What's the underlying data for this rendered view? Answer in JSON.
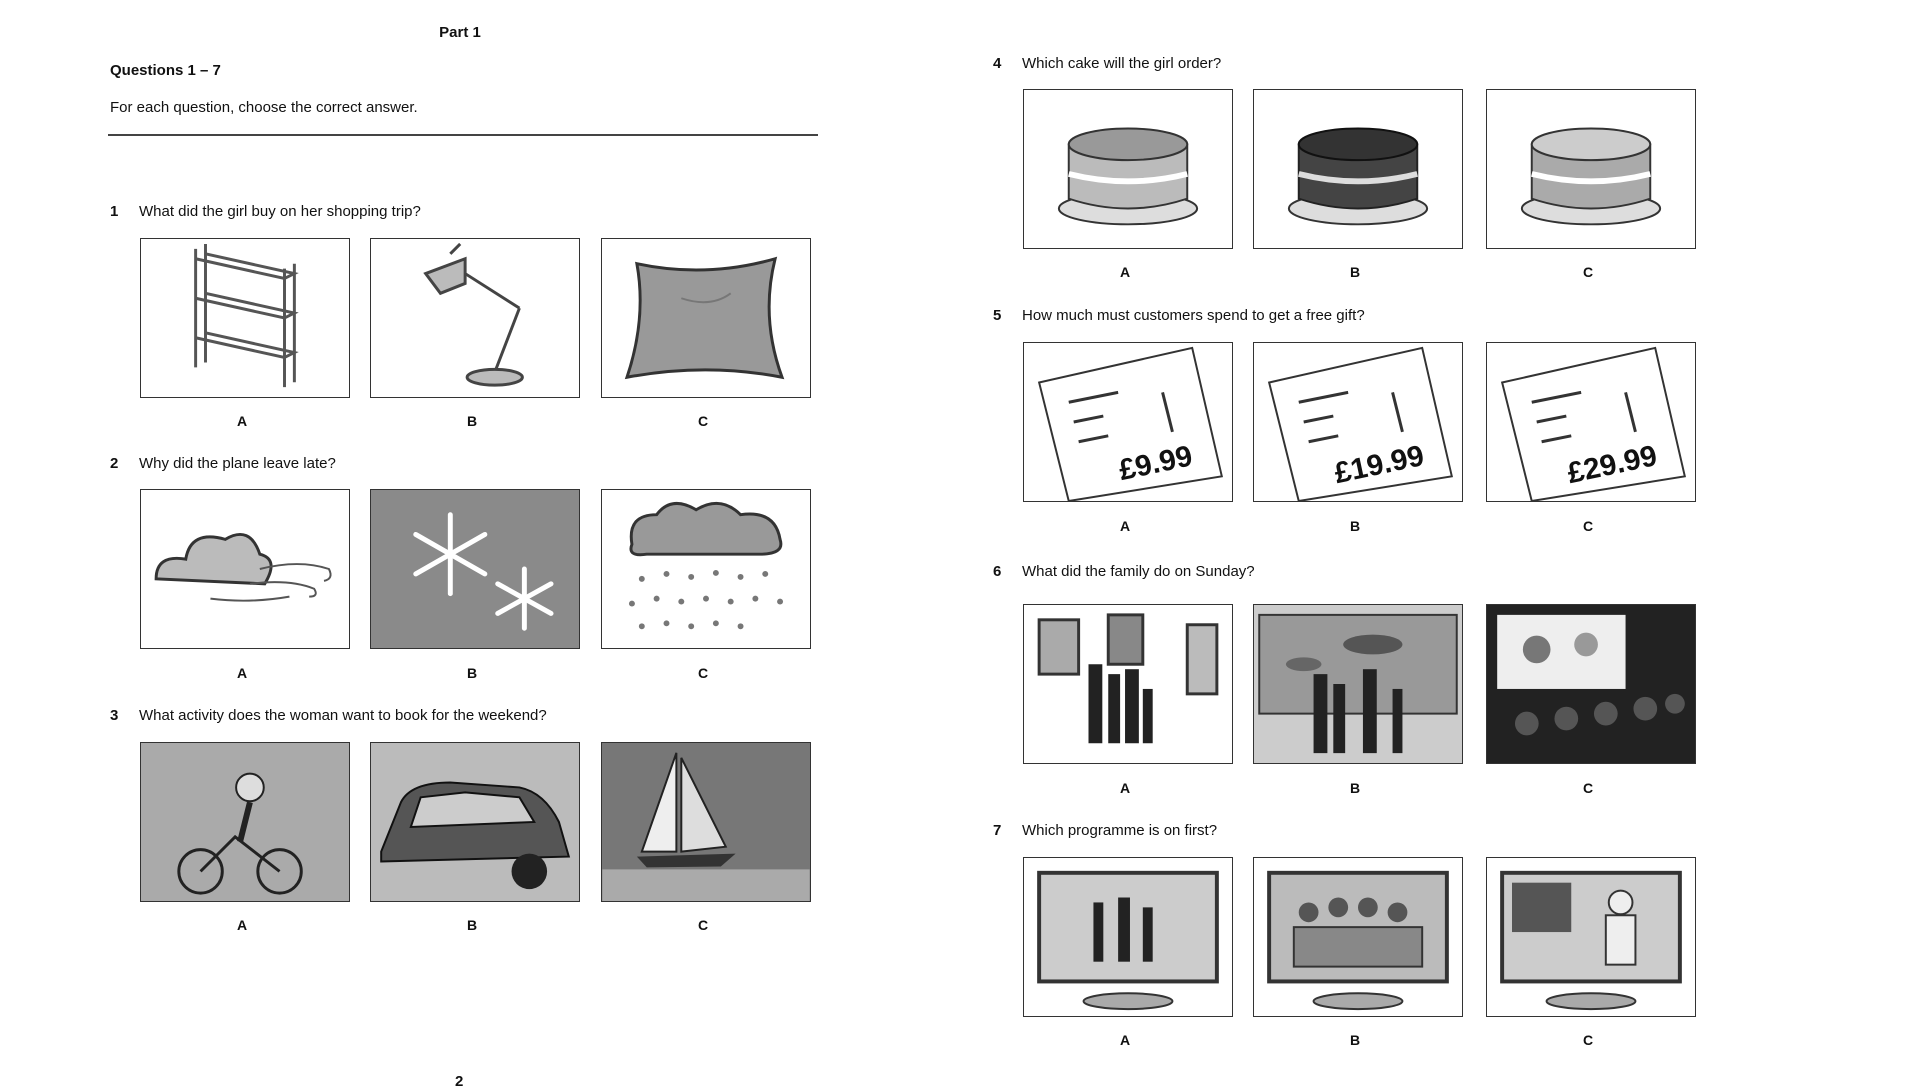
{
  "header": {
    "part": "Part 1",
    "questions_range": "Questions 1 – 7",
    "instruction": "For each question, choose the correct answer."
  },
  "questions": [
    {
      "num": "1",
      "text": "What did the girl buy on her shopping trip?",
      "options": [
        "A",
        "B",
        "C"
      ],
      "images": [
        "shelves-icon",
        "desk-lamp-icon",
        "cushion-icon"
      ]
    },
    {
      "num": "2",
      "text": "Why did the plane leave late?",
      "options": [
        "A",
        "B",
        "C"
      ],
      "images": [
        "wind-cloud-icon",
        "snowflake-icon",
        "rain-cloud-icon"
      ]
    },
    {
      "num": "3",
      "text": "What activity does the woman want to book for the weekend?",
      "options": [
        "A",
        "B",
        "C"
      ],
      "images": [
        "cycling-icon",
        "driving-car-icon",
        "sailing-icon"
      ]
    },
    {
      "num": "4",
      "text": "Which cake will the girl order?",
      "options": [
        "A",
        "B",
        "C"
      ],
      "images": [
        "strawberry-cake-icon",
        "chocolate-cake-icon",
        "fruit-tart-icon"
      ]
    },
    {
      "num": "5",
      "text": "How much must customers spend to get a free gift?",
      "options": [
        "A",
        "B",
        "C"
      ],
      "prices": [
        "£9.99",
        "£19.99",
        "£29.99"
      ],
      "images": [
        "receipt-icon",
        "receipt-icon",
        "receipt-icon"
      ]
    },
    {
      "num": "6",
      "text": "What did the family do on Sunday?",
      "options": [
        "A",
        "B",
        "C"
      ],
      "images": [
        "art-gallery-icon",
        "aquarium-icon",
        "cinema-icon"
      ]
    },
    {
      "num": "7",
      "text": "Which programme is on first?",
      "options": [
        "A",
        "B",
        "C"
      ],
      "images": [
        "tv-dancing-icon",
        "tv-quiz-icon",
        "tv-cooking-icon"
      ]
    }
  ],
  "footer": {
    "page_number": "2"
  }
}
